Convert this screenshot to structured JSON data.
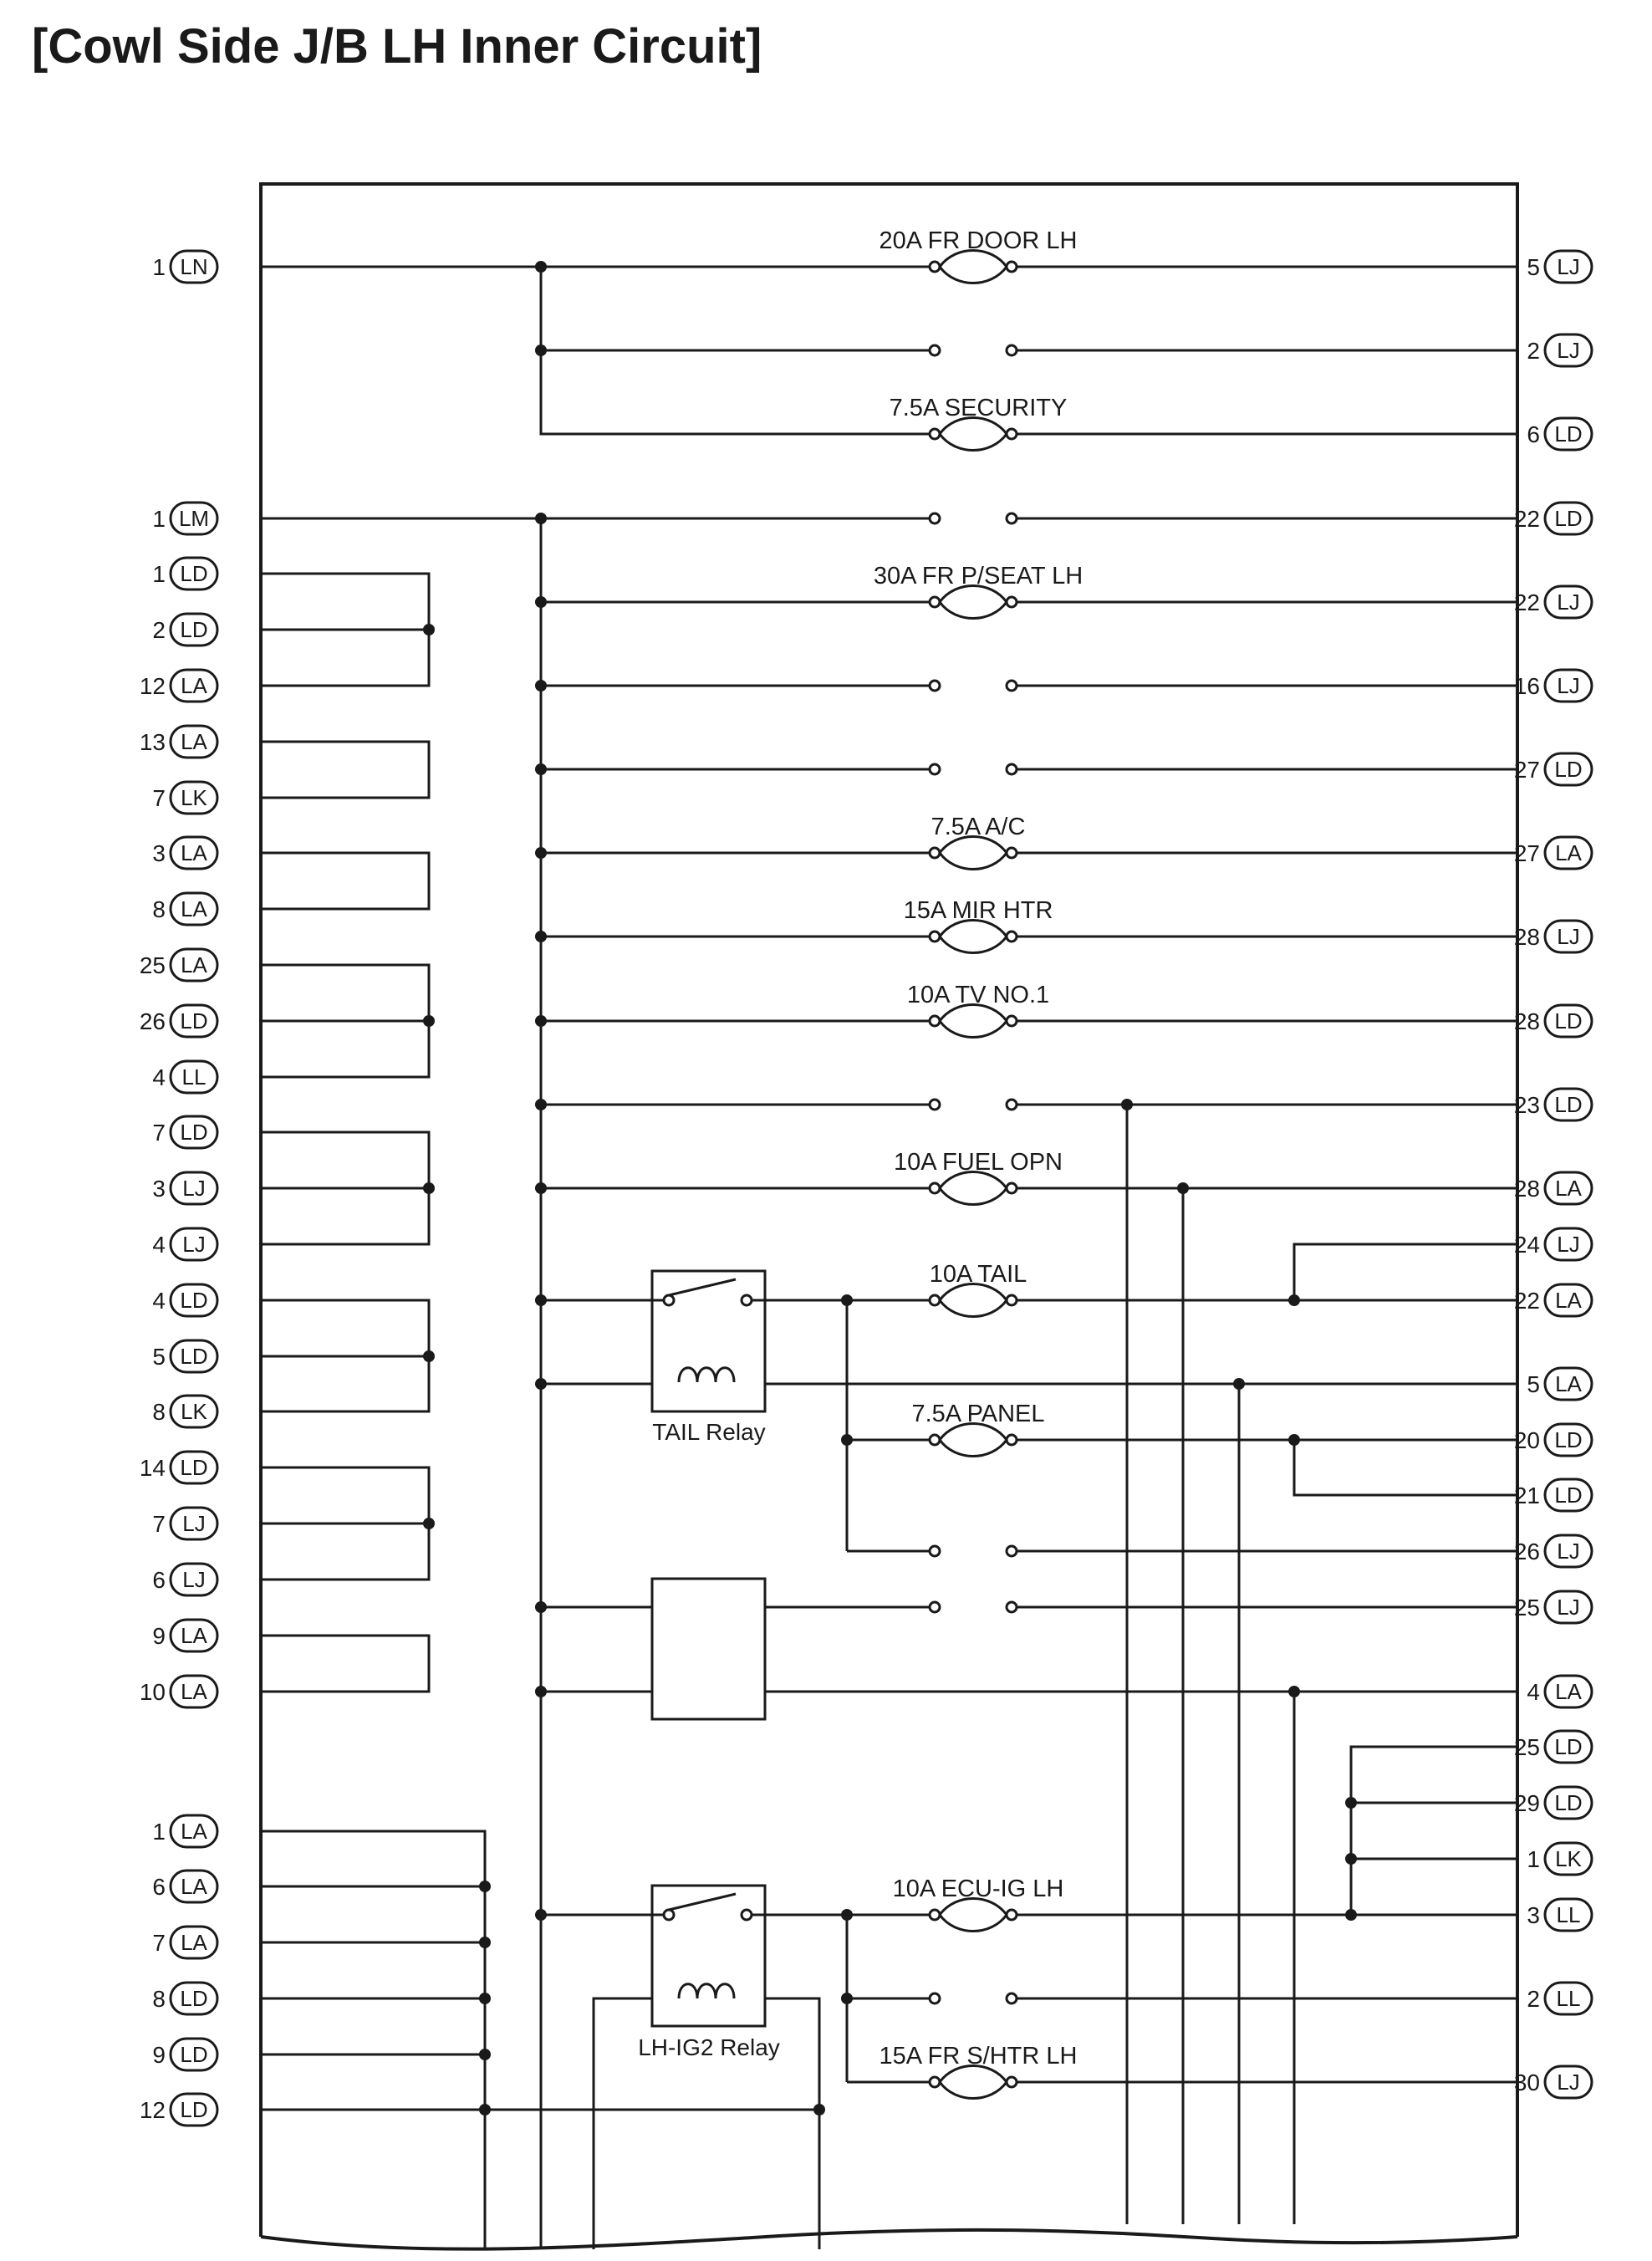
{
  "title": "[Cowl Side J/B LH Inner Circuit]",
  "left_connectors": [
    {
      "pin": "1",
      "code": "LN"
    },
    {
      "pin": "1",
      "code": "LM"
    },
    {
      "pin": "1",
      "code": "LD"
    },
    {
      "pin": "2",
      "code": "LD"
    },
    {
      "pin": "12",
      "code": "LA"
    },
    {
      "pin": "13",
      "code": "LA"
    },
    {
      "pin": "7",
      "code": "LK"
    },
    {
      "pin": "3",
      "code": "LA"
    },
    {
      "pin": "8",
      "code": "LA"
    },
    {
      "pin": "25",
      "code": "LA"
    },
    {
      "pin": "26",
      "code": "LD"
    },
    {
      "pin": "4",
      "code": "LL"
    },
    {
      "pin": "7",
      "code": "LD"
    },
    {
      "pin": "3",
      "code": "LJ"
    },
    {
      "pin": "4",
      "code": "LJ"
    },
    {
      "pin": "4",
      "code": "LD"
    },
    {
      "pin": "5",
      "code": "LD"
    },
    {
      "pin": "8",
      "code": "LK"
    },
    {
      "pin": "14",
      "code": "LD"
    },
    {
      "pin": "7",
      "code": "LJ"
    },
    {
      "pin": "6",
      "code": "LJ"
    },
    {
      "pin": "9",
      "code": "LA"
    },
    {
      "pin": "10",
      "code": "LA"
    },
    {
      "pin": "1",
      "code": "LA"
    },
    {
      "pin": "6",
      "code": "LA"
    },
    {
      "pin": "7",
      "code": "LA"
    },
    {
      "pin": "8",
      "code": "LD"
    },
    {
      "pin": "9",
      "code": "LD"
    },
    {
      "pin": "12",
      "code": "LD"
    }
  ],
  "right_connectors": [
    {
      "pin": "5",
      "code": "LJ"
    },
    {
      "pin": "2",
      "code": "LJ"
    },
    {
      "pin": "6",
      "code": "LD"
    },
    {
      "pin": "22",
      "code": "LD"
    },
    {
      "pin": "22",
      "code": "LJ"
    },
    {
      "pin": "16",
      "code": "LJ"
    },
    {
      "pin": "27",
      "code": "LD"
    },
    {
      "pin": "27",
      "code": "LA"
    },
    {
      "pin": "28",
      "code": "LJ"
    },
    {
      "pin": "28",
      "code": "LD"
    },
    {
      "pin": "23",
      "code": "LD"
    },
    {
      "pin": "28",
      "code": "LA"
    },
    {
      "pin": "24",
      "code": "LJ"
    },
    {
      "pin": "22",
      "code": "LA"
    },
    {
      "pin": "5",
      "code": "LA"
    },
    {
      "pin": "20",
      "code": "LD"
    },
    {
      "pin": "21",
      "code": "LD"
    },
    {
      "pin": "26",
      "code": "LJ"
    },
    {
      "pin": "25",
      "code": "LJ"
    },
    {
      "pin": "4",
      "code": "LA"
    },
    {
      "pin": "25",
      "code": "LD"
    },
    {
      "pin": "29",
      "code": "LD"
    },
    {
      "pin": "1",
      "code": "LK"
    },
    {
      "pin": "3",
      "code": "LL"
    },
    {
      "pin": "2",
      "code": "LL"
    },
    {
      "pin": "30",
      "code": "LJ"
    }
  ],
  "fuses": [
    "20A FR DOOR LH",
    "7.5A SECURITY",
    "30A FR P/SEAT LH",
    "7.5A A/C",
    "15A MIR HTR",
    "10A TV NO.1",
    "10A FUEL OPN",
    "10A TAIL",
    "7.5A PANEL",
    "10A ECU-IG LH",
    "15A FR S/HTR LH"
  ],
  "relays": [
    "TAIL Relay",
    "LH-IG2 Relay"
  ]
}
